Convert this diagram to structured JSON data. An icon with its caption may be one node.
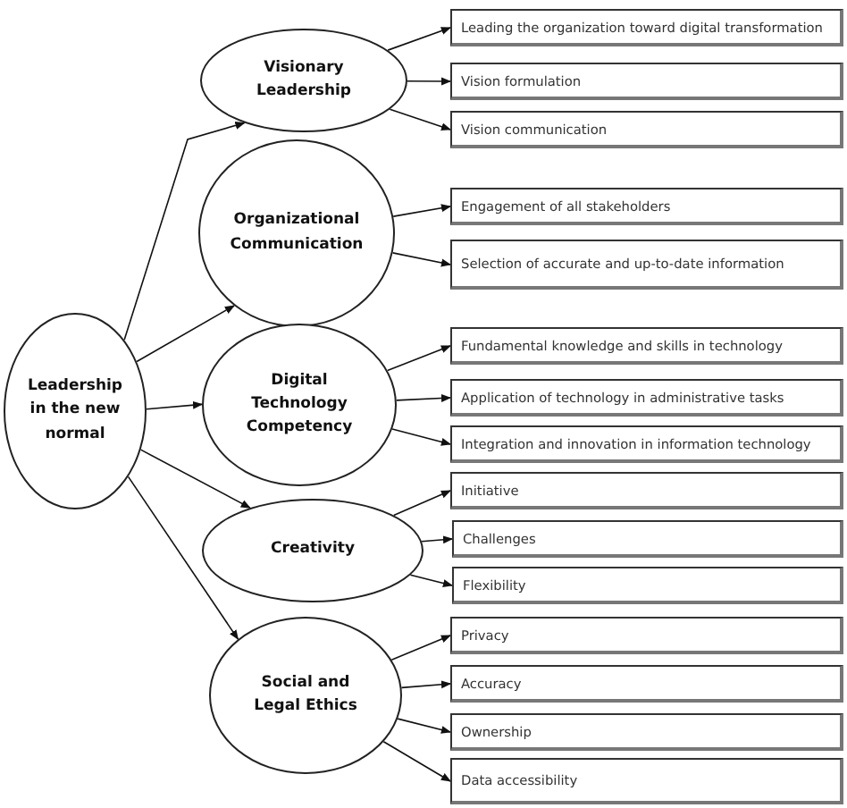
{
  "diagram": {
    "nodes": [
      {
        "text": [
          "Leadership in the new normal"
        ]
      },
      {
        "text": [
          "Visionary Leadership"
        ]
      },
      {
        "text": [
          "Leading the organization toward digital transformation"
        ]
      },
      {
        "text": [
          "Vision formulation"
        ]
      },
      {
        "text": [
          "Vision communication"
        ]
      },
      {
        "text": [
          "Organizational Communication"
        ]
      },
      {
        "text": [
          "Engagement of all stakeholders"
        ]
      },
      {
        "text": [
          "Selection of accurate and up-to-date information"
        ]
      },
      {
        "text": [
          "Digital Technology Competency"
        ]
      },
      {
        "text": [
          "Fundamental knowledge and skills in technology"
        ]
      },
      {
        "text": [
          "Application of technology in administrative tasks"
        ]
      },
      {
        "text": [
          "Integration and innovation in information technology"
        ]
      },
      {
        "text": [
          "Creativity"
        ]
      },
      {
        "text": [
          "Initiative"
        ]
      },
      {
        "text": [
          "Challenges"
        ]
      },
      {
        "text": [
          "Flexibility"
        ]
      },
      {
        "text": [
          "Social and Legal Ethics"
        ]
      },
      {
        "text": [
          "Privacy"
        ]
      },
      {
        "text": [
          "Accuracy"
        ]
      },
      {
        "text": [
          "Ownership"
        ]
      },
      {
        "text": [
          "Data accessibility"
        ]
      }
    ],
    "edges": [
      {
        "from": 0,
        "to": 1,
        "arrow": "to"
      },
      {
        "from": 0,
        "to": 5,
        "arrow": "to"
      },
      {
        "from": 0,
        "to": 8,
        "arrow": "to"
      },
      {
        "from": 0,
        "to": 12,
        "arrow": "to"
      },
      {
        "from": 0,
        "to": 16,
        "arrow": "to"
      },
      {
        "from": 1,
        "to": 2,
        "arrow": "to"
      },
      {
        "from": 1,
        "to": 3,
        "arrow": "to"
      },
      {
        "from": 1,
        "to": 4,
        "arrow": "to"
      },
      {
        "from": 5,
        "to": 6,
        "arrow": "to"
      },
      {
        "from": 5,
        "to": 7,
        "arrow": "to"
      },
      {
        "from": 8,
        "to": 9,
        "arrow": "to"
      },
      {
        "from": 8,
        "to": 10,
        "arrow": "to"
      },
      {
        "from": 8,
        "to": 11,
        "arrow": "to"
      },
      {
        "from": 12,
        "to": 13,
        "arrow": "to"
      },
      {
        "from": 12,
        "to": 14,
        "arrow": "to"
      },
      {
        "from": 12,
        "to": 15,
        "arrow": "to"
      },
      {
        "from": 16,
        "to": 17,
        "arrow": "to"
      },
      {
        "from": 16,
        "to": 18,
        "arrow": "to"
      },
      {
        "from": 16,
        "to": 19,
        "arrow": "to"
      },
      {
        "from": 16,
        "to": 20,
        "arrow": "to"
      }
    ]
  }
}
